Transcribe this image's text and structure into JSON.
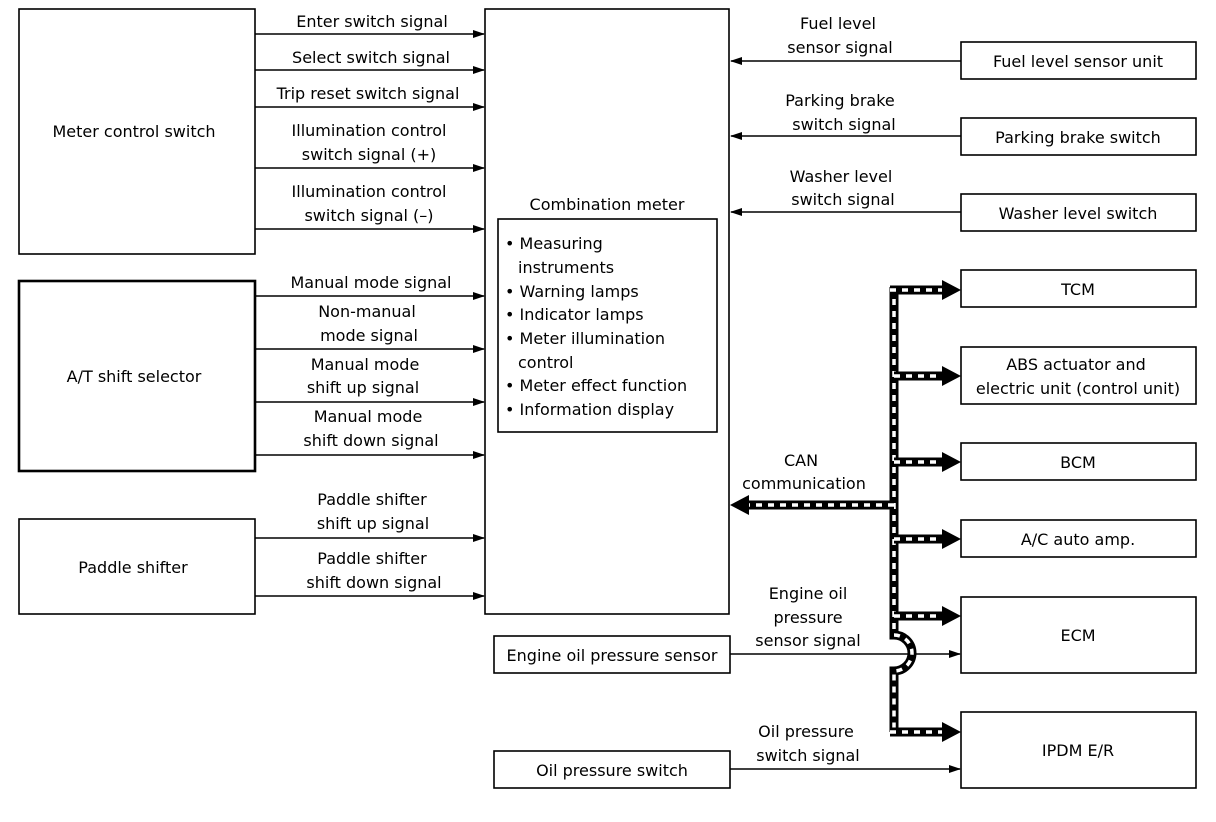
{
  "blocks": {
    "meter_control_switch": "Meter control switch",
    "at_shift_selector": "A/T shift selector",
    "paddle_shifter": "Paddle shifter",
    "combination_meter": "Combination meter",
    "fuel_level_sensor_unit": "Fuel level sensor unit",
    "parking_brake_switch": "Parking brake switch",
    "washer_level_switch": "Washer level switch",
    "tcm": "TCM",
    "abs_line1": "ABS actuator and",
    "abs_line2": "electric unit (control unit)",
    "bcm": "BCM",
    "ac_auto_amp": "A/C auto amp.",
    "ecm": "ECM",
    "ipdm": "IPDM E/R",
    "engine_oil_pressure_sensor": "Engine oil pressure sensor",
    "oil_pressure_switch": "Oil pressure switch"
  },
  "meter_functions": [
    "• Measuring",
    "instruments",
    "• Warning lamps",
    "• Indicator lamps",
    "• Meter illumination",
    "control",
    "• Meter effect function",
    "• Information display"
  ],
  "signals": {
    "enter": "Enter switch signal",
    "select": "Select switch signal",
    "trip_reset": "Trip reset switch signal",
    "illum_plus_1": "Illumination control",
    "illum_plus_2": "switch signal (+)",
    "illum_minus_1": "Illumination control",
    "illum_minus_2": "switch signal (–)",
    "manual_mode": "Manual mode signal",
    "non_manual_1": "Non-manual",
    "non_manual_2": "mode signal",
    "shift_up_1": "Manual mode",
    "shift_up_2": "shift up signal",
    "shift_down_1": "Manual mode",
    "shift_down_2": "shift down signal",
    "paddle_up_1": "Paddle shifter",
    "paddle_up_2": "shift up signal",
    "paddle_down_1": "Paddle shifter",
    "paddle_down_2": "shift down signal",
    "fuel_1": "Fuel level",
    "fuel_2": "sensor signal",
    "parking_1": "Parking brake",
    "parking_2": "switch signal",
    "washer_1": "Washer level",
    "washer_2": "switch signal",
    "can_1": "CAN",
    "can_2": "communication",
    "eop_1": "Engine oil",
    "eop_2": "pressure",
    "eop_3": "sensor signal",
    "ops_1": "Oil pressure",
    "ops_2": "switch signal"
  }
}
